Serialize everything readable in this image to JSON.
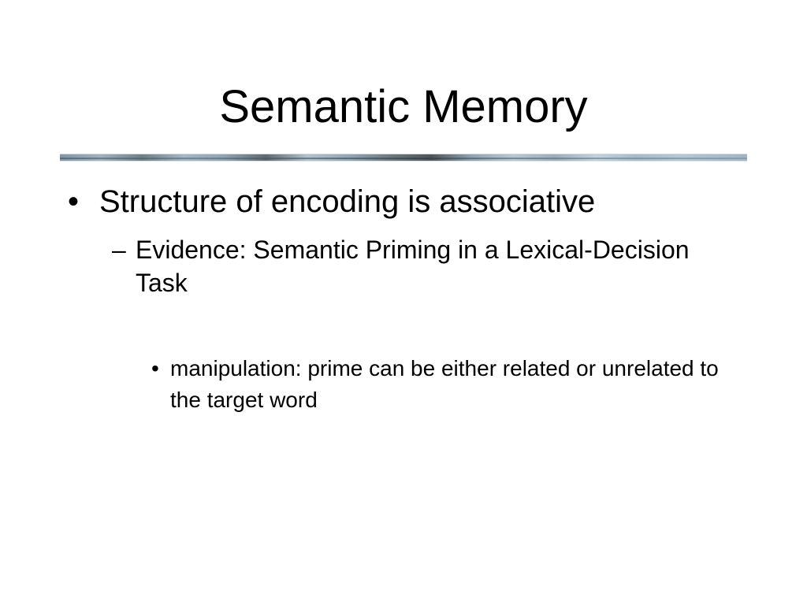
{
  "slide": {
    "title": "Semantic Memory",
    "bullets": [
      {
        "marker": "•",
        "text": "Structure of encoding is associative",
        "children": [
          {
            "marker": "–",
            "text": "Evidence: Semantic Priming in a  Lexical-Decision Task",
            "children": [
              {
                "marker": "•",
                "text": "manipulation: prime can be either related or unrelated to the target word"
              }
            ]
          }
        ]
      }
    ]
  },
  "colors": {
    "background": "#ffffff",
    "text": "#000000",
    "rule_accent": "#9fb5c6"
  }
}
